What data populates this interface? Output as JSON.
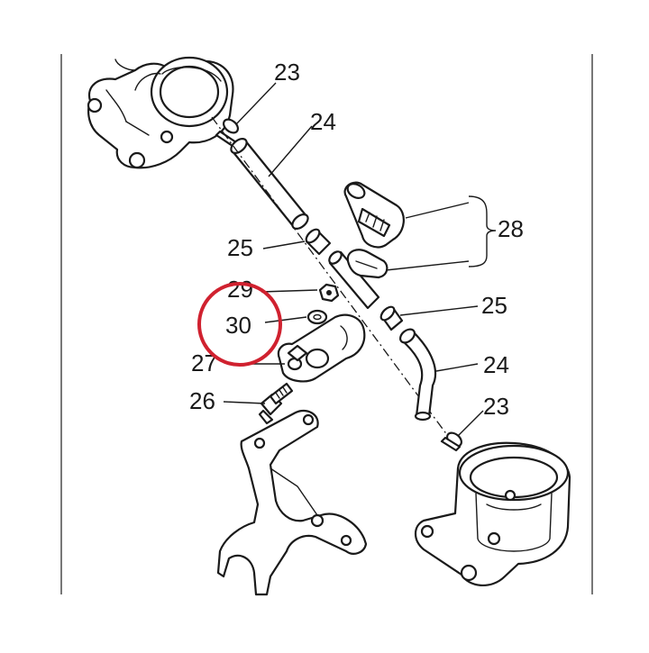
{
  "diagram": {
    "callouts": {
      "c23_top": "23",
      "c24_top": "24",
      "c25_left": "25",
      "c28": "28",
      "c29": "29",
      "c30": "30",
      "c25_right": "25",
      "c27": "27",
      "c24_bottom": "24",
      "c26": "26",
      "c23_bottom": "23"
    },
    "highlight": {
      "color": "#d0212f",
      "target": "30"
    },
    "ink_color": "#1a1a1a",
    "frame_color": "#555555"
  }
}
